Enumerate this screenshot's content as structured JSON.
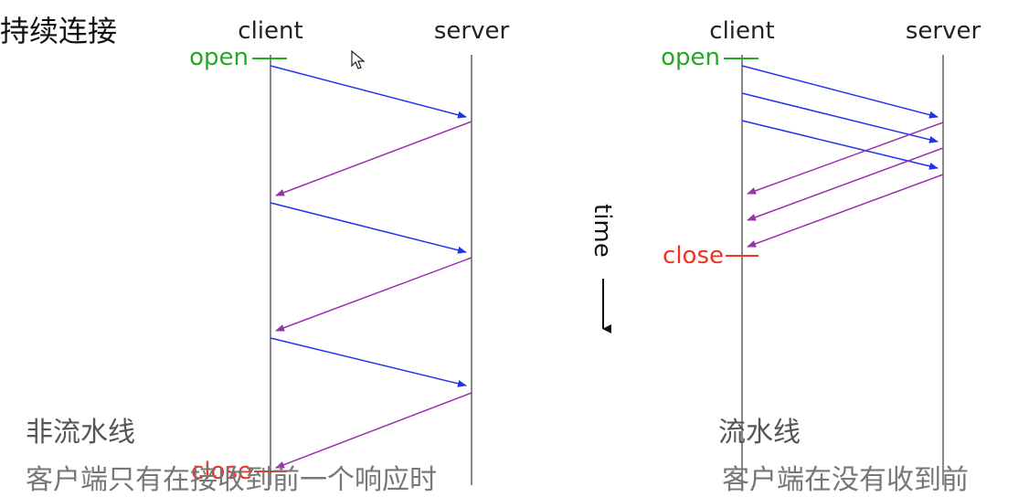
{
  "title": "持续连接",
  "diagrams": {
    "left": {
      "client_label": "client",
      "server_label": "server",
      "open_label": "open",
      "close_label": "close",
      "caption": "非流水线",
      "cut_text": "客户端只有在接收到前一个响应时"
    },
    "right": {
      "client_label": "client",
      "server_label": "server",
      "open_label": "open",
      "close_label": "close",
      "caption": "流水线",
      "cut_text": "客户端在没有收到前"
    }
  },
  "time_label": "time",
  "colors": {
    "request_arrow": "#2233ee",
    "response_arrow": "#9933aa",
    "open": "#22aa22",
    "close": "#ee3322",
    "timeline": "#888888"
  },
  "icons": [
    "mouse-pointer-icon",
    "time-arrow-icon"
  ]
}
